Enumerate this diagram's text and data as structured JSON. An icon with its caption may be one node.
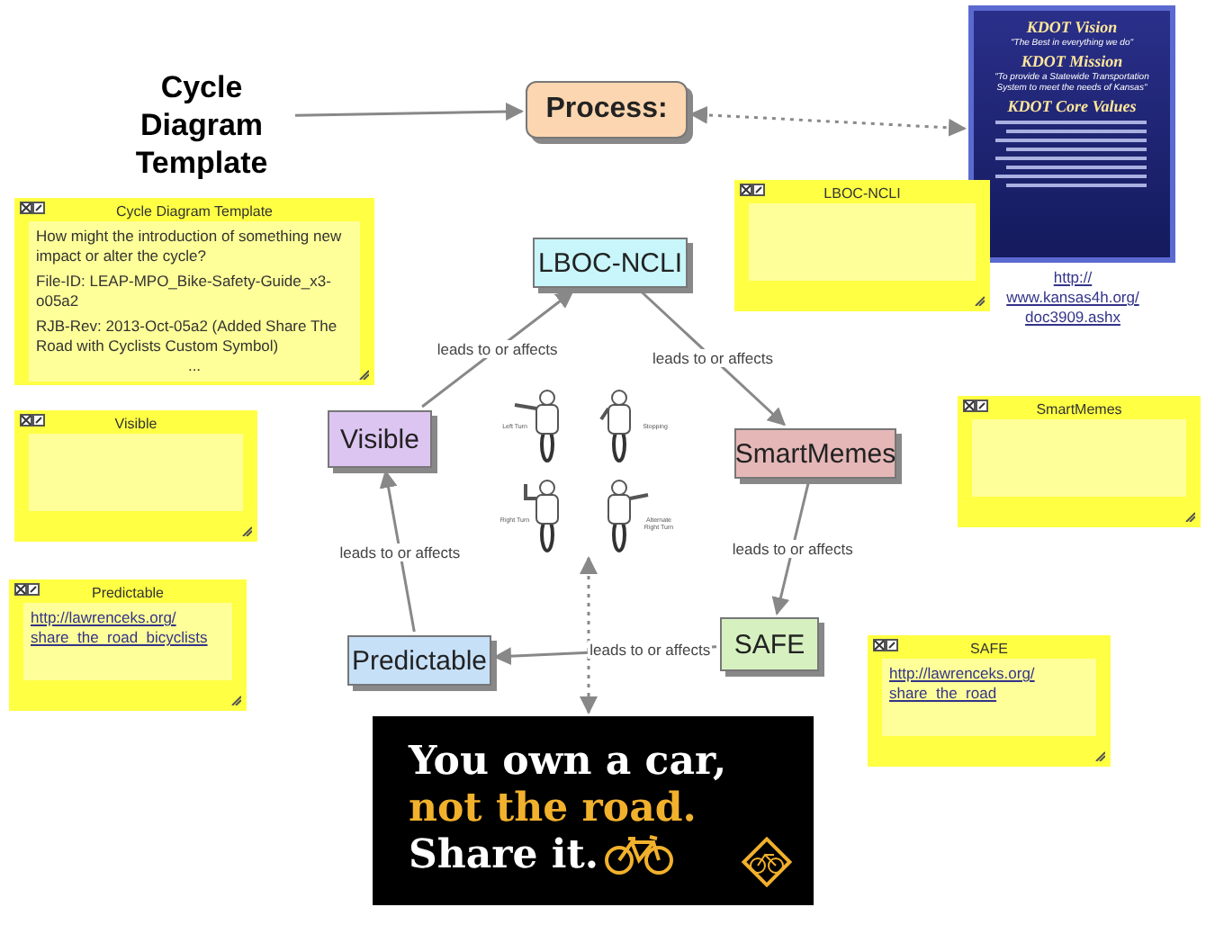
{
  "diagram": {
    "nodes": [
      {
        "text": [
          "Cycle Diagram Template"
        ]
      },
      {
        "text": [
          "Process:"
        ]
      },
      {
        "text": [
          "KDOT Vision",
          "\"The Best in everything we do\"",
          "KDOT Mission",
          "\"To provide a Statewide Transportation System to meet the needs of Kansas\"",
          "KDOT Core Values"
        ],
        "beside": [
          "http:// www.kansas4h.org/ doc3909.ashx"
        ]
      },
      {
        "text": [
          "LBOC-NCLI"
        ]
      },
      {
        "text": [
          "SmartMemes"
        ]
      },
      {
        "text": [
          "SAFE"
        ]
      },
      {
        "text": [
          "Predictable"
        ]
      },
      {
        "text": [
          "Visible"
        ]
      },
      {
        "text": [
          "Left Turn",
          "Stopping",
          "Right Turn",
          "Alternate Right Turn"
        ]
      },
      {
        "text": [
          "You own a car,",
          "not the road.",
          "Share it."
        ]
      },
      {
        "text": [
          "Cycle Diagram Template",
          "How might the introduction of something new impact or alter the cycle?",
          "File-ID:  LEAP-MPO_Bike-Safety-Guide_x3-o05a2",
          "RJB-Rev: 2013-Oct-05a2 (Added Share The Road with Cyclists Custom Symbol)",
          "..."
        ]
      },
      {
        "text": [
          "LBOC-NCLI"
        ]
      },
      {
        "text": [
          "Visible"
        ]
      },
      {
        "text": [
          "SmartMemes"
        ]
      },
      {
        "text": [
          "Predictable",
          "http://lawrenceks.org/ share_the_road_bicyclists"
        ]
      },
      {
        "text": [
          "SAFE",
          "http://lawrenceks.org/ share_the_road"
        ]
      }
    ],
    "edges": [
      {
        "from": 0,
        "to": 1,
        "arrow": "to"
      },
      {
        "from": 1,
        "to": 2,
        "arrow": "both",
        "style": "dashed"
      },
      {
        "from": 7,
        "to": 3,
        "arrow": "to",
        "label": "leads to or affects"
      },
      {
        "from": 3,
        "to": 4,
        "arrow": "to",
        "label": "leads to or affects"
      },
      {
        "from": 4,
        "to": 5,
        "arrow": "to",
        "label": "leads to or affects"
      },
      {
        "from": 5,
        "to": 6,
        "arrow": "to",
        "label": "leads to or affects"
      },
      {
        "from": 6,
        "to": 7,
        "arrow": "to",
        "label": "leads to or affects"
      },
      {
        "from": 8,
        "to": 9,
        "arrow": "both",
        "style": "dashed"
      }
    ]
  }
}
